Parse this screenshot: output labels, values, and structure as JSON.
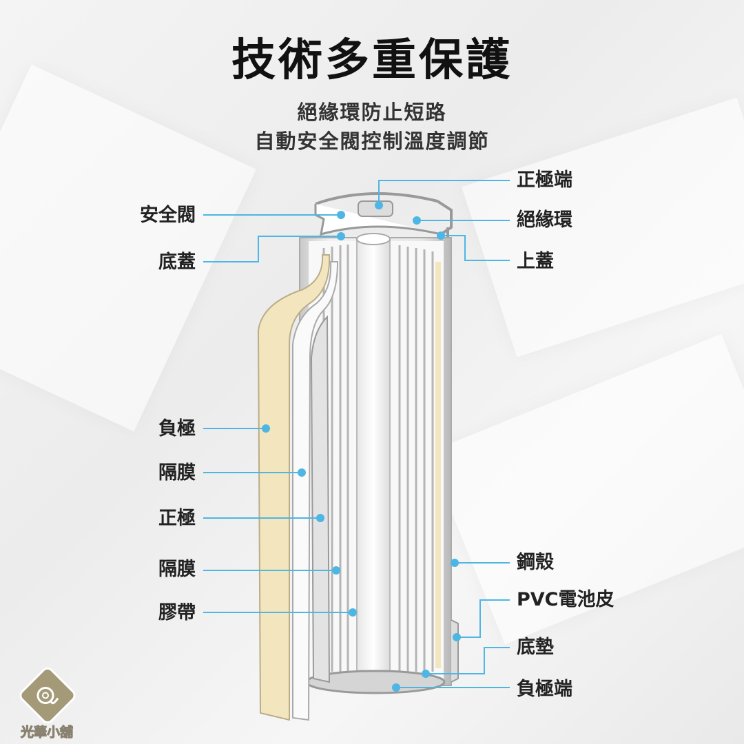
{
  "title": "技術多重保護",
  "subtitle": [
    "絕緣環防止短路",
    "自動安全閥控制溫度調節"
  ],
  "labels_left": [
    {
      "id": "safety-valve",
      "text": "安全閥"
    },
    {
      "id": "bottom-cap",
      "text": "底蓋"
    },
    {
      "id": "anode",
      "text": "負極"
    },
    {
      "id": "separator-1",
      "text": "隔膜"
    },
    {
      "id": "cathode",
      "text": "正極"
    },
    {
      "id": "separator-2",
      "text": "隔膜"
    },
    {
      "id": "tape",
      "text": "膠帶"
    }
  ],
  "labels_right": [
    {
      "id": "positive-terminal",
      "text": "正極端"
    },
    {
      "id": "insulation-ring",
      "text": "絕緣環"
    },
    {
      "id": "top-cap",
      "text": "上蓋"
    },
    {
      "id": "steel-shell",
      "text": "鋼殼"
    },
    {
      "id": "pvc-wrap",
      "text": "PVC電池皮"
    },
    {
      "id": "bottom-pad",
      "text": "底墊"
    },
    {
      "id": "negative-terminal",
      "text": "負極端"
    }
  ],
  "logo": {
    "name": "光華小舖"
  },
  "colors": {
    "callout": "#4db6e4",
    "layer": "#f3e6bf"
  }
}
